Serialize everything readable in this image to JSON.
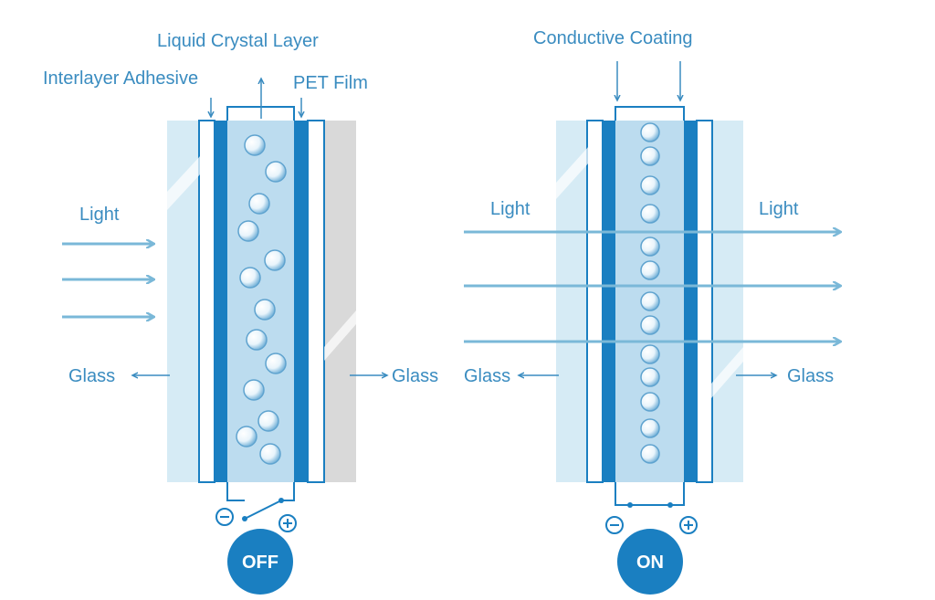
{
  "diagram": {
    "left_panel": {
      "label_liquid_crystal": "Liquid Crystal Layer",
      "label_interlayer": "Interlayer Adhesive",
      "label_pet": "PET Film",
      "label_light": "Light",
      "label_glass_left": "Glass",
      "label_glass_right": "Glass",
      "switch_state": "OFF",
      "minus": "−",
      "plus": "+"
    },
    "right_panel": {
      "label_conductive": "Conductive Coating",
      "label_light_in": "Light",
      "label_light_out": "Light",
      "label_glass_left": "Glass",
      "label_glass_right": "Glass",
      "switch_state": "ON",
      "minus": "−",
      "plus": "+"
    },
    "colors": {
      "accent": "#1a7fc1",
      "label": "#3a8cc0",
      "arrow": "#7ab8d8",
      "glass": "#d6ebf5",
      "liquid": "#bcdcef",
      "gray_glass": "#d9d9d9"
    }
  }
}
